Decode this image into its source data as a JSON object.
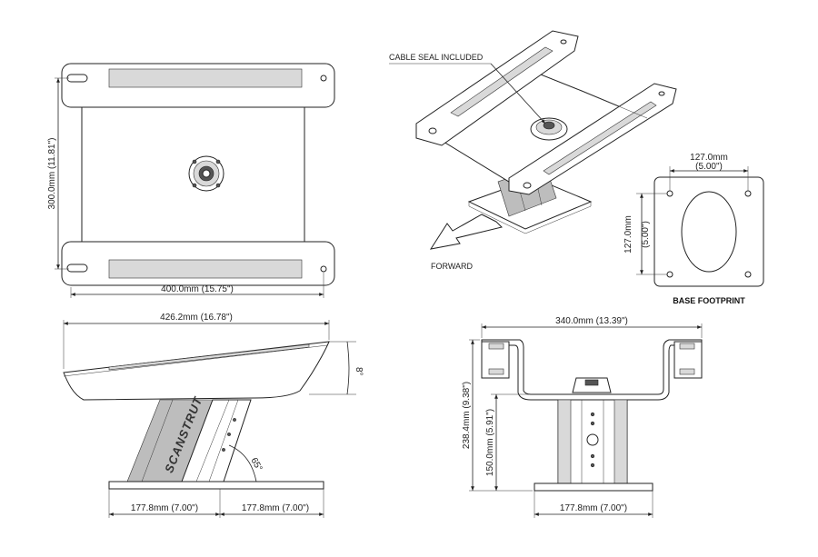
{
  "top_view": {
    "width_dim": "400.0mm (15.75\")",
    "height_dim": "300.0mm (11.81\")"
  },
  "iso_view": {
    "cable_seal_label": "CABLE SEAL INCLUDED",
    "forward_label": "FORWARD"
  },
  "base_footprint": {
    "title": "BASE FOOTPRINT",
    "width_dim_metric": "127.0mm",
    "width_dim_imperial": "(5.00\")",
    "height_dim_metric": "127.0mm",
    "height_dim_imperial": "(5.00\")"
  },
  "side_view": {
    "length_dim": "426.2mm (16.78\")",
    "tilt_angle": "8°",
    "strut_angle": "65°",
    "base_left_dim": "177.8mm (7.00\")",
    "base_right_dim": "177.8mm (7.00\")",
    "brand_text": "SCANSTRUT"
  },
  "front_view": {
    "width_dim": "340.0mm (13.39\")",
    "total_height_dim": "238.4mm (9.38\")",
    "pole_height_dim": "150.0mm (5.91\")",
    "base_dim": "177.8mm (7.00\")"
  }
}
